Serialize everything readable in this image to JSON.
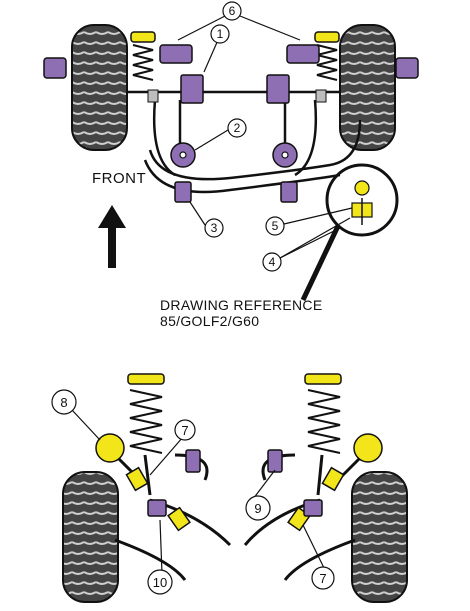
{
  "labels": {
    "front": "FRONT",
    "drawing_reference_line1": "DRAWING REFERENCE",
    "drawing_reference_line2": "85/GOLF2/G60"
  },
  "callouts": [
    "6",
    "1",
    "2",
    "3",
    "5",
    "4",
    "8",
    "7",
    "9",
    "10",
    "7"
  ],
  "colors": {
    "bush_purple": "#8e6fb3",
    "bush_yellow": "#f2e61a",
    "tyre_dark": "#3d3d3d",
    "tyre_tread": "#bdbdbd",
    "outline": "#111111"
  }
}
